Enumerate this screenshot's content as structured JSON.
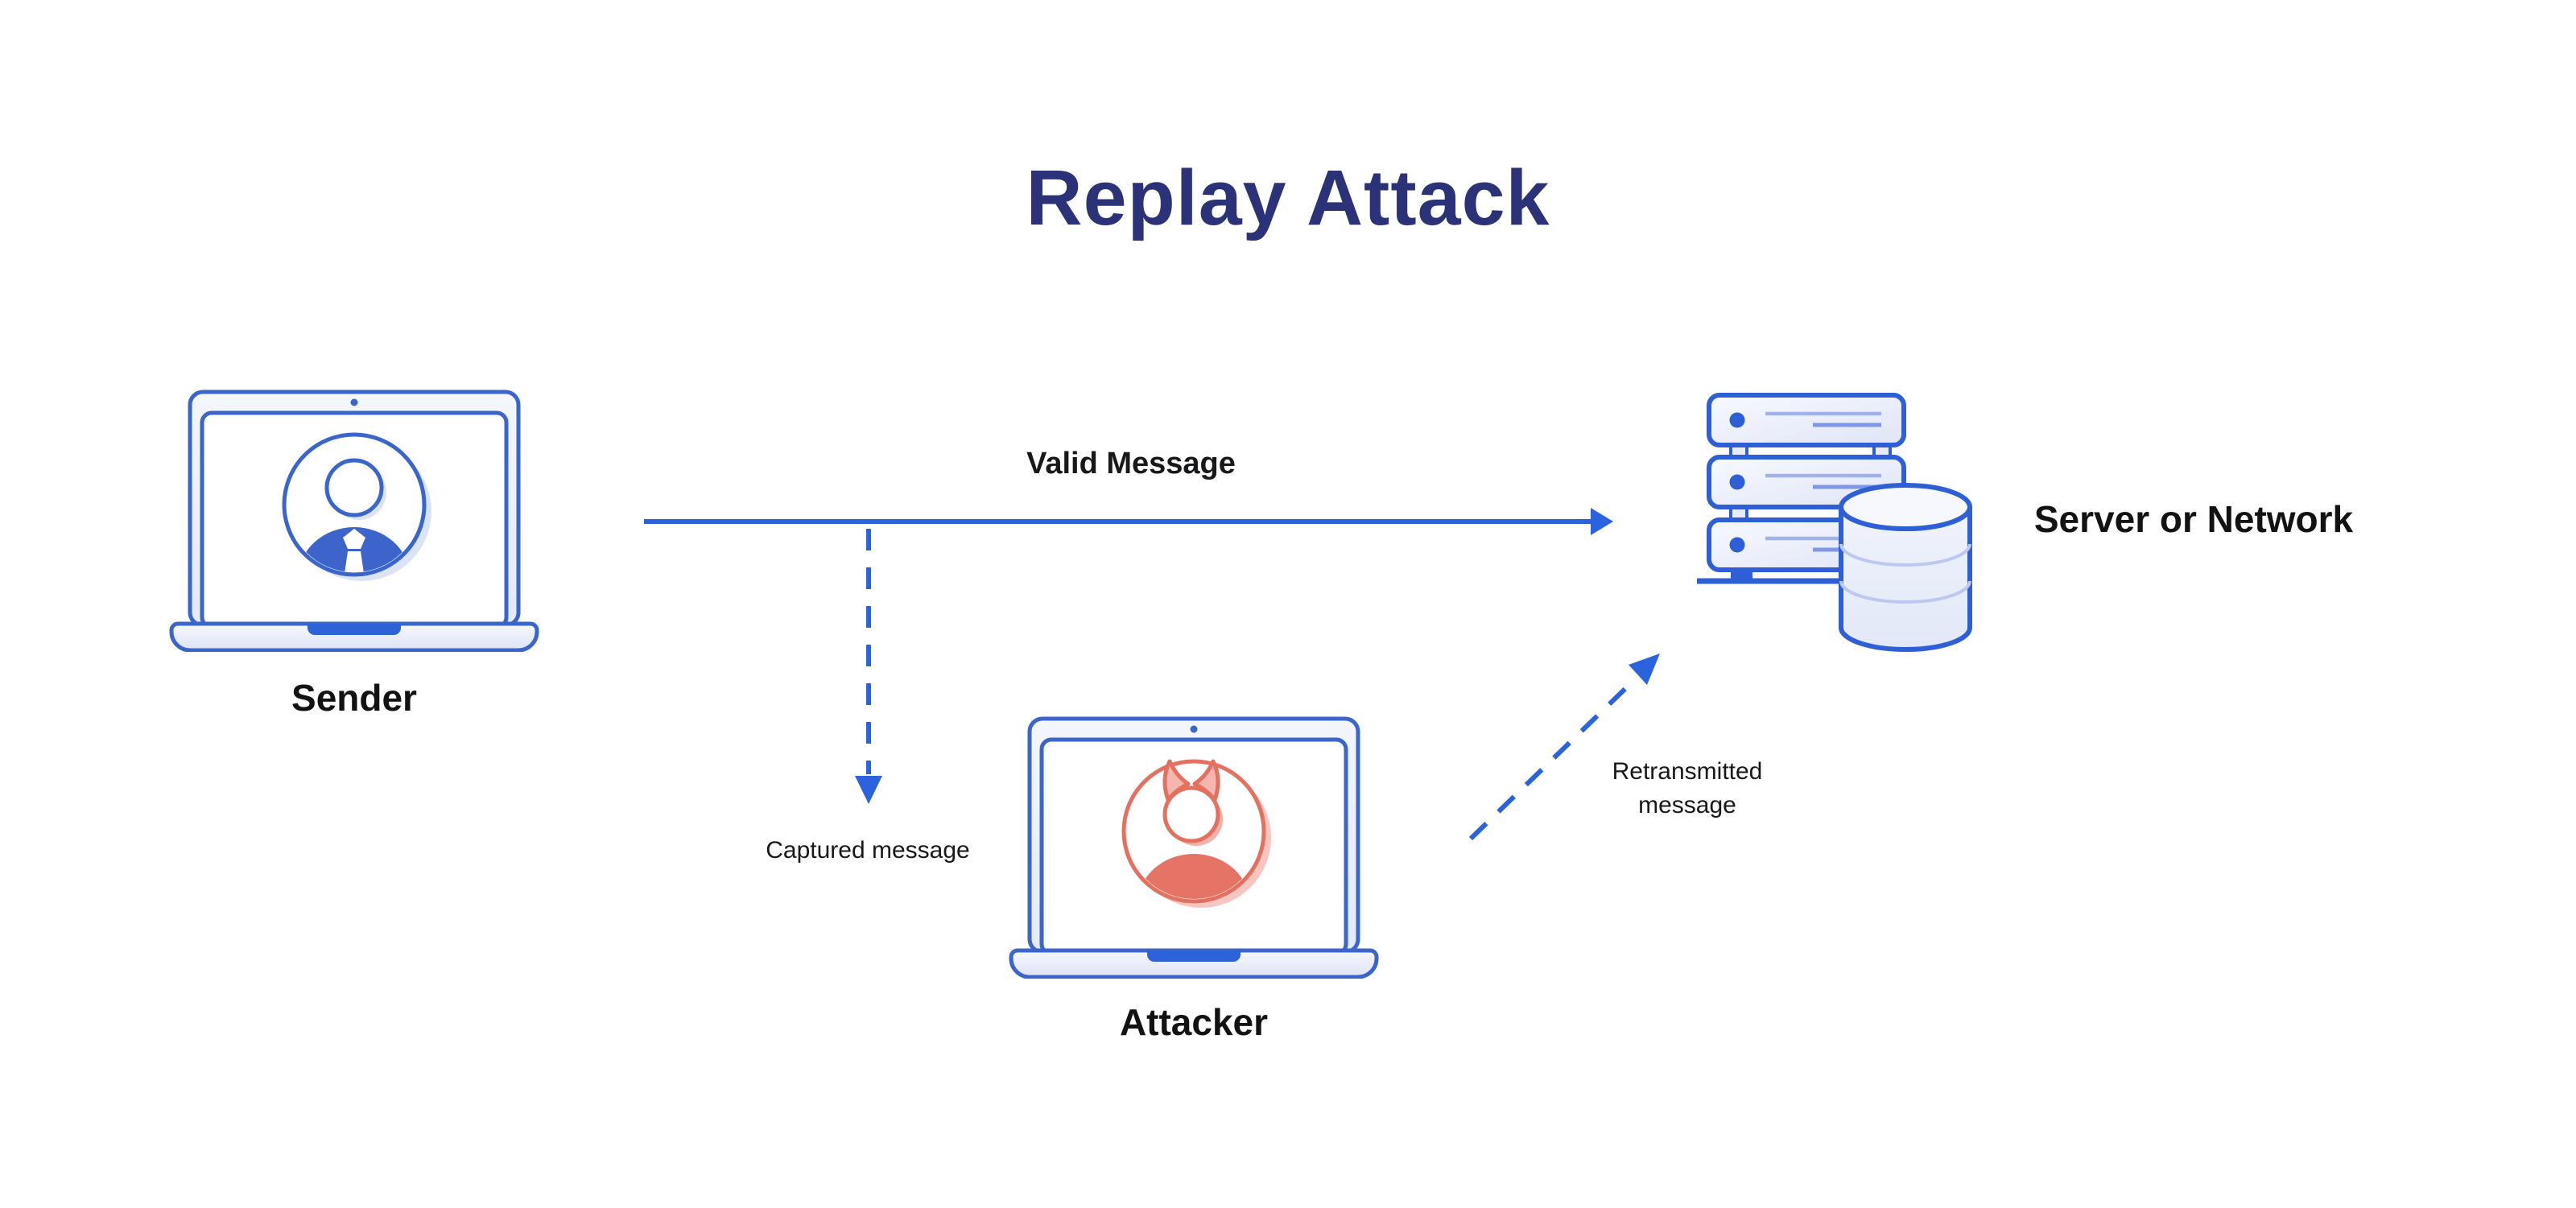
{
  "title": {
    "text": "Replay Attack"
  },
  "nodes": {
    "sender": {
      "label": "Sender",
      "icon": "laptop-user-icon"
    },
    "attacker": {
      "label": "Attacker",
      "icon": "laptop-devil-user-icon"
    },
    "server": {
      "label": "Server or Network",
      "icon": "server-database-icon"
    }
  },
  "flows": {
    "valid": {
      "label": "Valid Message",
      "style": "solid",
      "direction": "right"
    },
    "captured": {
      "label": "Captured message",
      "style": "dashed",
      "direction": "down"
    },
    "retransmitted": {
      "label": "Retransmitted message",
      "style": "dashed",
      "direction": "up-right"
    }
  },
  "colors": {
    "title_navy": "#2b3278",
    "arrow_blue": "#2a63dd",
    "outline_blue": "#3a66cc",
    "fill_light_blue": "#edf0fb",
    "solid_blue": "#3d64cb",
    "attacker_coral": "#e4705f",
    "attacker_fill": "#e57466",
    "attacker_shadow": "#f8c6c0",
    "label_black": "#121212",
    "background": "#ffffff"
  }
}
